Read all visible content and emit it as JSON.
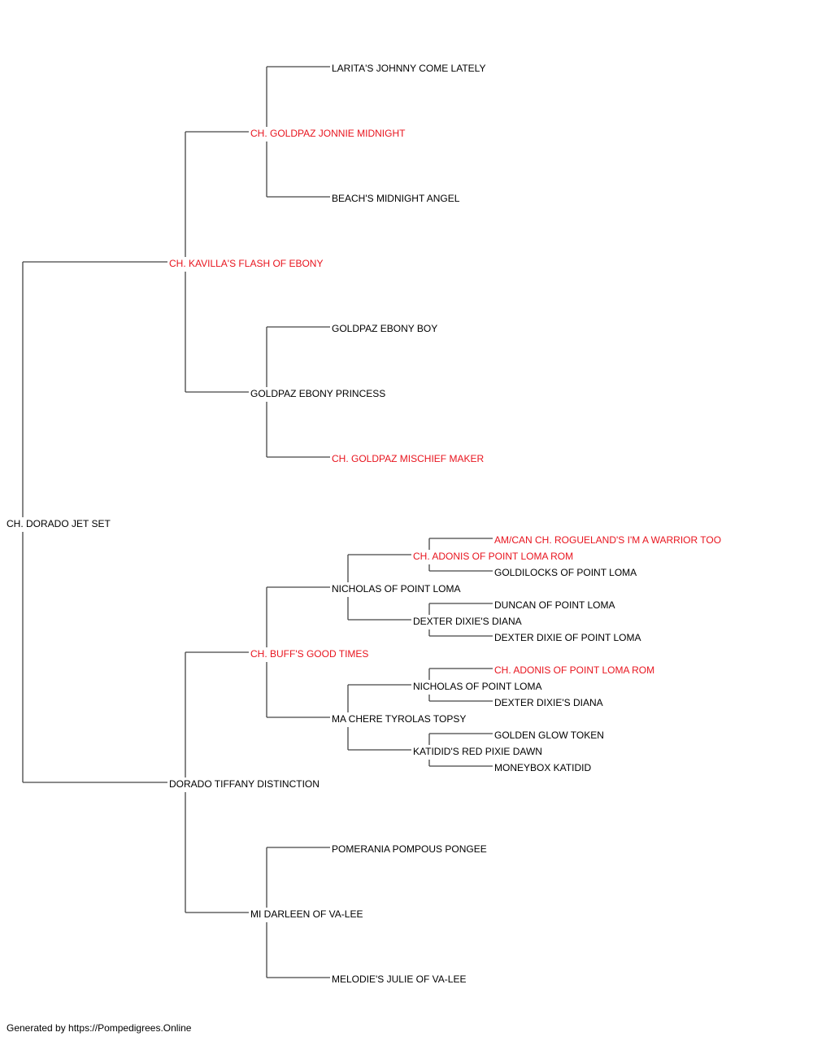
{
  "colors": {
    "champion": "#e8141e",
    "normal": "#000000",
    "line": "#444444"
  },
  "pedigree": [
    {
      "id": "p0",
      "name": "CH. DORADO JET SET",
      "champion": false
    },
    {
      "id": "p1",
      "name": "CH. KAVILLA'S FLASH OF EBONY",
      "champion": true
    },
    {
      "id": "p2",
      "name": "DORADO TIFFANY DISTINCTION",
      "champion": false
    },
    {
      "id": "p3",
      "name": "CH. GOLDPAZ JONNIE MIDNIGHT",
      "champion": true
    },
    {
      "id": "p4",
      "name": "GOLDPAZ EBONY PRINCESS",
      "champion": false
    },
    {
      "id": "p5",
      "name": "CH. BUFF'S GOOD TIMES",
      "champion": true
    },
    {
      "id": "p6",
      "name": "MI DARLEEN OF VA-LEE",
      "champion": false
    },
    {
      "id": "p7",
      "name": "LARITA'S JOHNNY COME LATELY",
      "champion": false
    },
    {
      "id": "p8",
      "name": "BEACH'S MIDNIGHT ANGEL",
      "champion": false
    },
    {
      "id": "p9",
      "name": "GOLDPAZ EBONY BOY",
      "champion": false
    },
    {
      "id": "p10",
      "name": "CH. GOLDPAZ MISCHIEF MAKER",
      "champion": true
    },
    {
      "id": "p11",
      "name": "NICHOLAS OF POINT LOMA",
      "champion": false
    },
    {
      "id": "p12",
      "name": "MA CHERE TYROLAS TOPSY",
      "champion": false
    },
    {
      "id": "p13",
      "name": "POMERANIA POMPOUS PONGEE",
      "champion": false
    },
    {
      "id": "p14",
      "name": "MELODIE'S JULIE OF VA-LEE",
      "champion": false
    },
    {
      "id": "p15",
      "name": "CH. ADONIS OF POINT LOMA ROM",
      "champion": true
    },
    {
      "id": "p16",
      "name": "DEXTER DIXIE'S DIANA",
      "champion": false
    },
    {
      "id": "p17",
      "name": "NICHOLAS OF POINT LOMA",
      "champion": false
    },
    {
      "id": "p18",
      "name": "KATIDID'S RED PIXIE DAWN",
      "champion": false
    },
    {
      "id": "p19",
      "name": "AM/CAN CH. ROGUELAND'S I'M A WARRIOR TOO",
      "champion": true
    },
    {
      "id": "p20",
      "name": "GOLDILOCKS OF POINT LOMA",
      "champion": false
    },
    {
      "id": "p21",
      "name": "DUNCAN OF POINT LOMA",
      "champion": false
    },
    {
      "id": "p22",
      "name": "DEXTER DIXIE OF POINT LOMA",
      "champion": false
    },
    {
      "id": "p23",
      "name": "CH. ADONIS OF POINT LOMA ROM",
      "champion": true
    },
    {
      "id": "p24",
      "name": "DEXTER DIXIE'S DIANA",
      "champion": false
    },
    {
      "id": "p25",
      "name": "GOLDEN GLOW TOKEN",
      "champion": false
    },
    {
      "id": "p26",
      "name": "MONEYBOX KATIDID",
      "champion": false
    }
  ],
  "footer": "Generated by https://Pompedigrees.Online"
}
